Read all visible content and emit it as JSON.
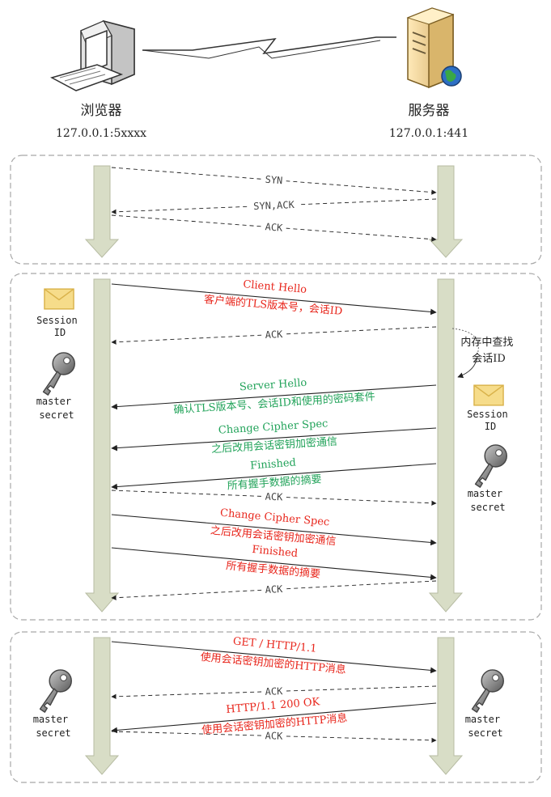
{
  "colors": {
    "red": "#e8261c",
    "green": "#22a35a",
    "arrow": "#222222",
    "ack": "#444444",
    "panel_border": "#a8a8a8",
    "lifeline": "#d8ddc6",
    "envelope": "#f6dc8a"
  },
  "header": {
    "browser": {
      "name": "浏览器",
      "addr": "127.0.0.1:5xxxx",
      "icon": "computer-icon"
    },
    "server": {
      "name": "服务器",
      "addr": "127.0.0.1:441",
      "icon": "server-icon"
    },
    "link_icon": "lightning-link-icon"
  },
  "phases": [
    {
      "id": "tcp-handshake",
      "messages": [
        {
          "dir": "to-server",
          "color": "ack",
          "dashed": true,
          "line1": "SYN",
          "line2": ""
        },
        {
          "dir": "to-browser",
          "color": "ack",
          "dashed": true,
          "line1": "SYN,ACK",
          "line2": ""
        },
        {
          "dir": "to-server",
          "color": "ack",
          "dashed": true,
          "line1": "ACK",
          "line2": ""
        }
      ]
    },
    {
      "id": "tls-handshake",
      "messages": [
        {
          "dir": "to-server",
          "color": "red",
          "dashed": false,
          "line1": "Client Hello",
          "line2": "客户端的TLS版本号，会话ID"
        },
        {
          "dir": "to-browser",
          "color": "ack",
          "dashed": true,
          "line1": "ACK",
          "line2": ""
        },
        {
          "dir": "to-browser",
          "color": "green",
          "dashed": false,
          "line1": "Server Hello",
          "line2": "确认TLS版本号、会话ID和使用的密码套件"
        },
        {
          "dir": "to-browser",
          "color": "green",
          "dashed": false,
          "line1": "Change Cipher Spec",
          "line2": "之后改用会话密钥加密通信"
        },
        {
          "dir": "to-browser",
          "color": "green",
          "dashed": false,
          "line1": "Finished",
          "line2": "所有握手数据的摘要"
        },
        {
          "dir": "to-server",
          "color": "ack",
          "dashed": true,
          "line1": "ACK",
          "line2": ""
        },
        {
          "dir": "to-server",
          "color": "red",
          "dashed": false,
          "line1": "Change Cipher Spec",
          "line2": "之后改用会话密钥加密通信"
        },
        {
          "dir": "to-server",
          "color": "red",
          "dashed": false,
          "line1": "Finished",
          "line2": "所有握手数据的摘要"
        },
        {
          "dir": "to-browser",
          "color": "ack",
          "dashed": true,
          "line1": "ACK",
          "line2": ""
        }
      ],
      "side_items": {
        "browser_session": "Session\nID",
        "browser_master": "master\nsecret",
        "server_lookup": "内存中查找\n会话ID",
        "server_session": "Session\nID",
        "server_master": "master\nsecret"
      }
    },
    {
      "id": "http-exchange",
      "messages": [
        {
          "dir": "to-server",
          "color": "red",
          "dashed": false,
          "line1": "GET / HTTP/1.1",
          "line2": "使用会话密钥加密的HTTP消息"
        },
        {
          "dir": "to-browser",
          "color": "ack",
          "dashed": true,
          "line1": "ACK",
          "line2": ""
        },
        {
          "dir": "to-browser",
          "color": "red",
          "dashed": false,
          "line1": "HTTP/1.1 200 OK",
          "line2": "使用会话密钥加密的HTTP消息"
        },
        {
          "dir": "to-server",
          "color": "ack",
          "dashed": true,
          "line1": "ACK",
          "line2": ""
        }
      ],
      "side_items": {
        "browser_master": "master\nsecret",
        "server_master": "master\nsecret"
      }
    }
  ]
}
